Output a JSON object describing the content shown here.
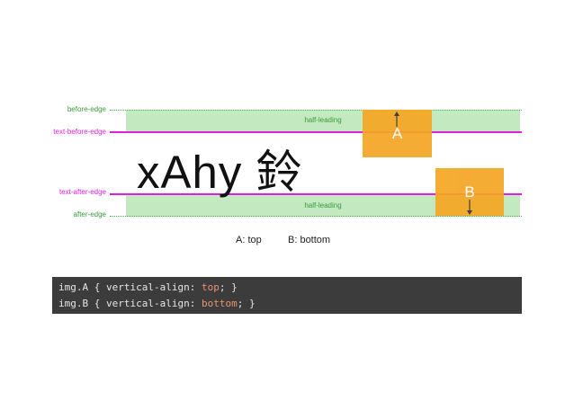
{
  "labels": {
    "before_edge": "before-edge",
    "text_before_edge": "text-before-edge",
    "text_after_edge": "text-after-edge",
    "after_edge": "after-edge"
  },
  "half_leading": "half-leading",
  "sample_text": "xAhy 鈴",
  "box_a": "A",
  "box_b": "B",
  "captions": {
    "a": "A: top",
    "b": "B: bottom"
  },
  "code": {
    "line1": {
      "selector": "img.A",
      "open": " { ",
      "prop": "vertical-align:",
      "value": "top",
      "close": "; }"
    },
    "line2": {
      "selector": "img.B",
      "open": " { ",
      "prop": "vertical-align:",
      "value": "bottom",
      "close": "; }"
    }
  },
  "colors": {
    "green_label": "#3c9a3c",
    "magenta_line": "#e020e0",
    "half_leading_fill": "#c2e9c0",
    "box_fill": "#f5a623",
    "code_bg": "#3c3c3c",
    "code_value": "#e89470"
  }
}
